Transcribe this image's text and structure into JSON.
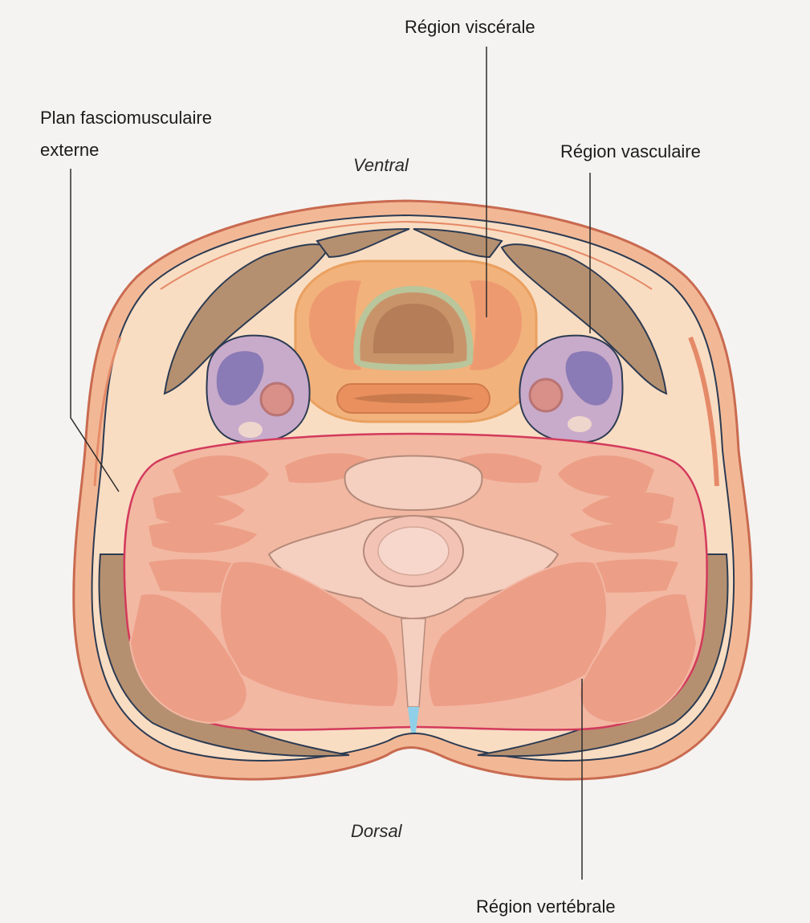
{
  "labels": {
    "region_viscerale": "Région viscérale",
    "plan_line1": "Plan fasciomusculaire",
    "plan_line2": "externe",
    "region_vasculaire": "Région vasculaire",
    "ventral": "Ventral",
    "dorsal": "Dorsal",
    "region_vertebrale": "Région vertébrale"
  },
  "colors": {
    "skin": "#f0b58f",
    "subcutaneous": "#f8dcc0",
    "superficial_muscle": "#b59070",
    "visceral_region": "#f3a06a",
    "vascular_region": "#c7a9c9",
    "vertebral_region": "#eea188",
    "fascia_line": "#d33a5c",
    "outline": "#2c3b52"
  }
}
